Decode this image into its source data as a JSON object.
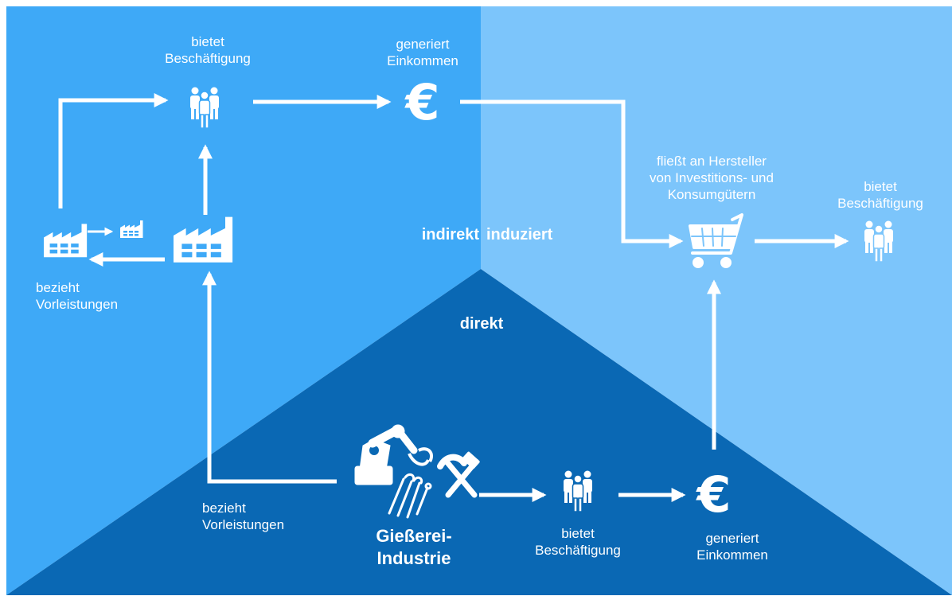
{
  "colors": {
    "indirect_region": "#3ea9f7",
    "induced_region": "#7cc5fb",
    "direct_region": "#0a68b4",
    "foreground": "#ffffff"
  },
  "regions": {
    "indirect": "indirekt",
    "induced": "induziert",
    "direct": "direkt"
  },
  "indirect": {
    "employment_label": "bietet\nBeschäftigung",
    "income_label": "generiert\nEinkommen",
    "procurement_label": "bezieht\nVorleistungen"
  },
  "induced": {
    "flows_to_label": "fließt an Hersteller\nvon Investitions-  und\nKonsumgütern",
    "employment_label": "bietet\nBeschäftigung"
  },
  "direct": {
    "industry_label": "Gießerei-\nIndustrie",
    "procurement_label": "bezieht\nVorleistungen",
    "employment_label": "bietet\nBeschäftigung",
    "income_label": "generiert\nEinkommen"
  },
  "icons": [
    "people-icon",
    "euro-icon",
    "factory-icon",
    "shopping-cart-icon",
    "robot-arm-icon",
    "hammer-pick-icon",
    "tools-icon"
  ]
}
